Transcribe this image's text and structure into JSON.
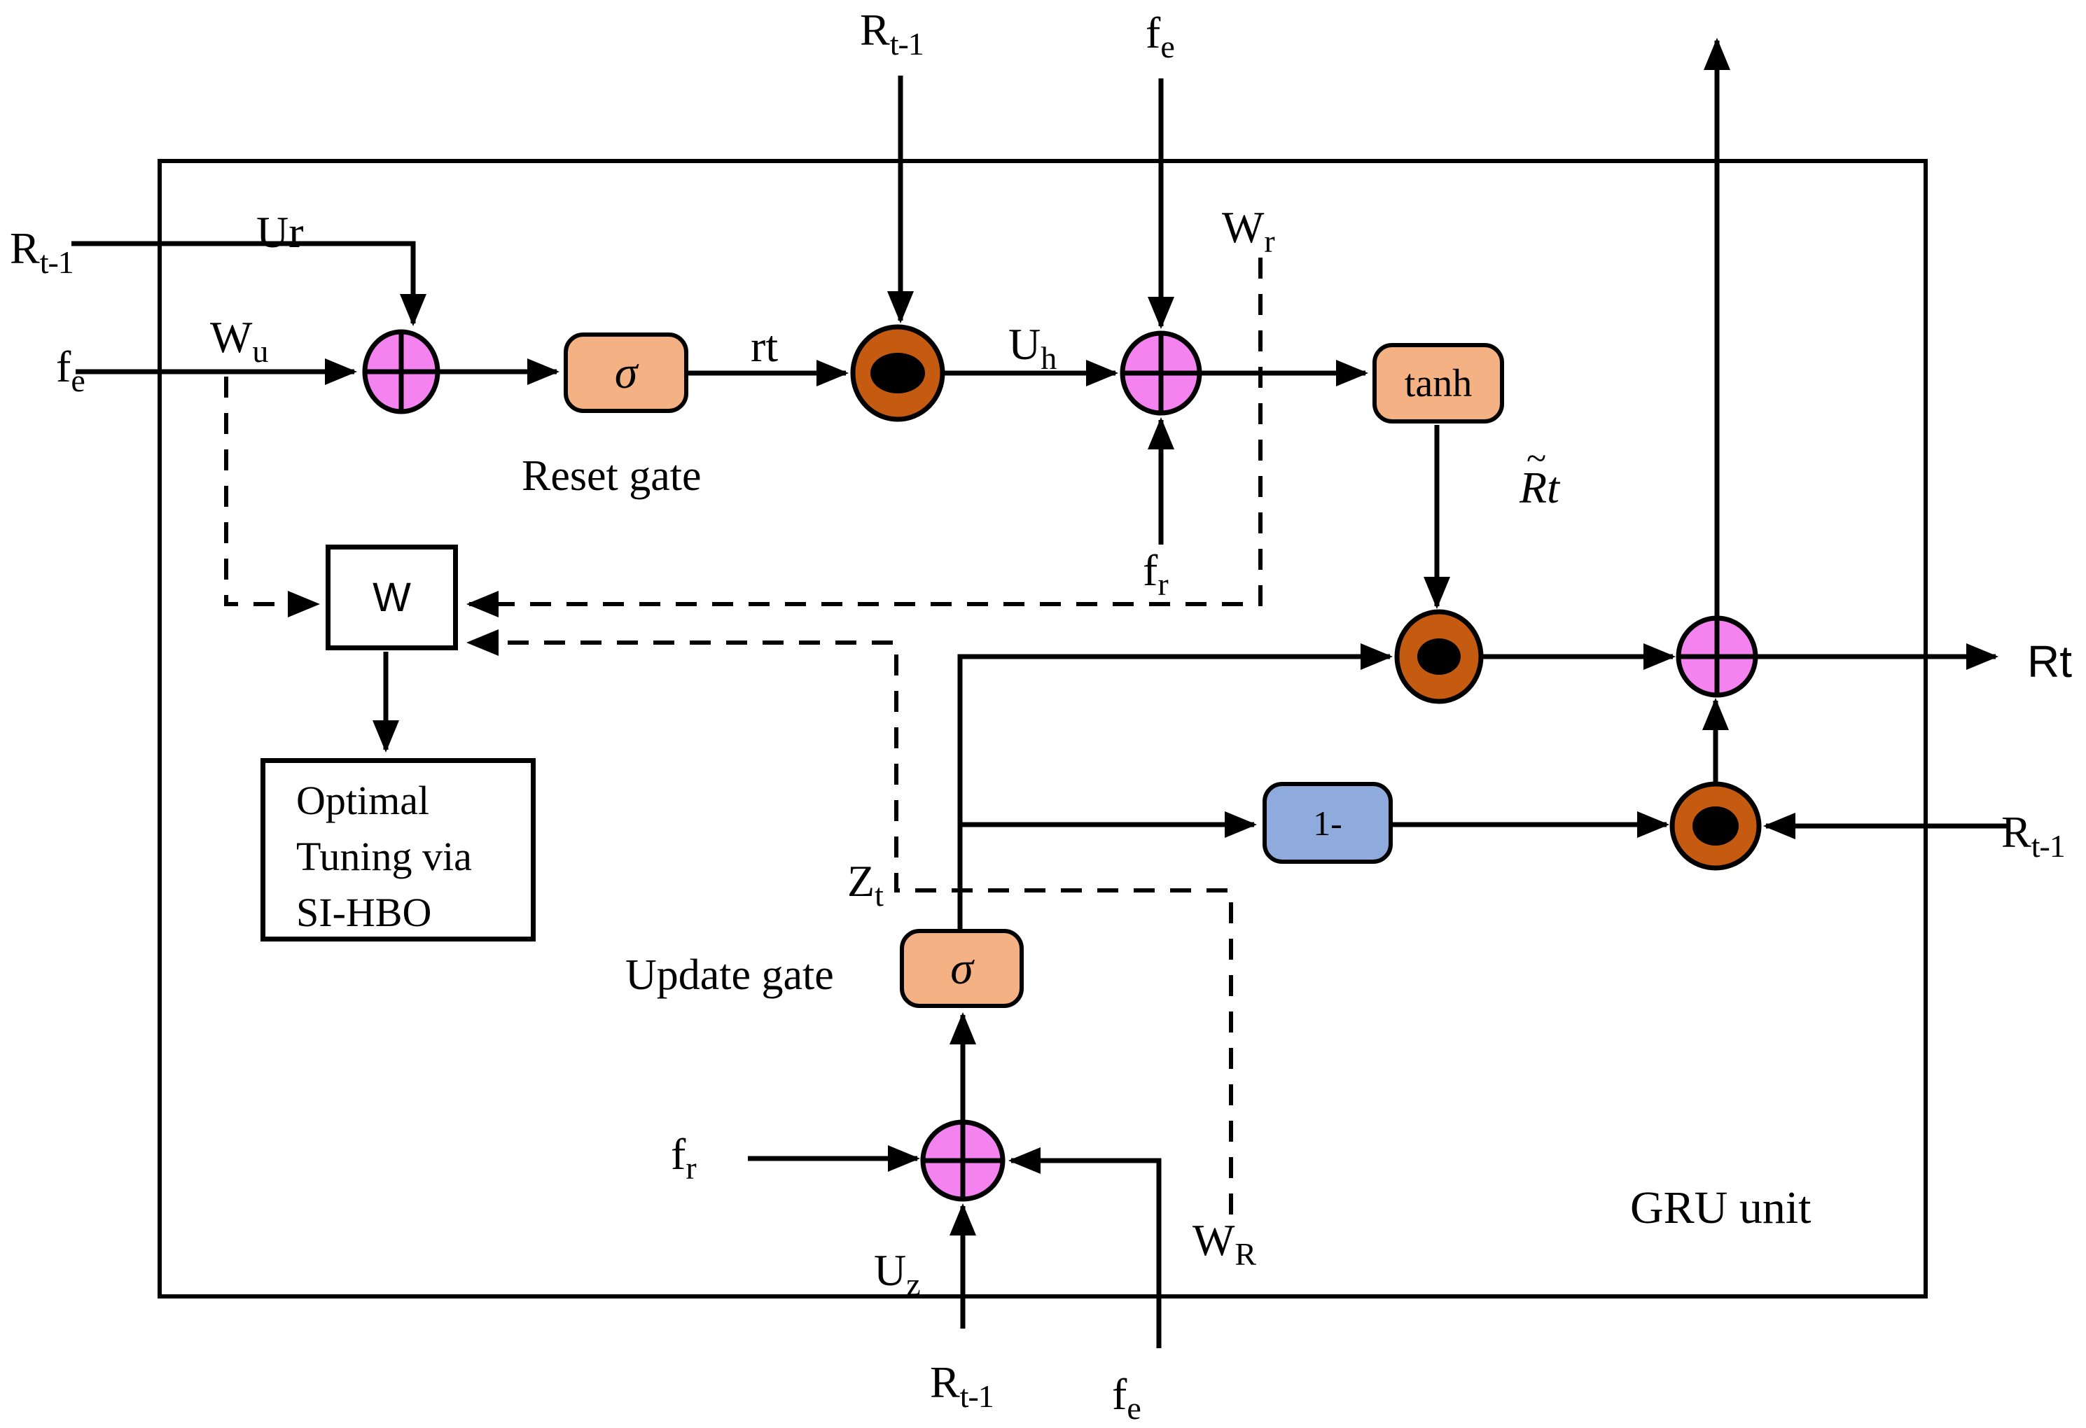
{
  "colors": {
    "pink": "#F583EF",
    "brown": "#C55A11",
    "orange": "#F4B183",
    "blue": "#8FAADC",
    "ink": "#000000",
    "background": "#FFFFFF"
  },
  "labels": {
    "unit": "GRU unit",
    "reset_gate": "Reset gate",
    "update_gate": "Update gate",
    "ur": "Ur",
    "rt_signal": "rt",
    "rt_out": "Rt",
    "rtilde": {
      "tilde": "~",
      "base": "Rt"
    }
  },
  "signals": {
    "rt1_top": {
      "base": "R",
      "sub": "t-1"
    },
    "fe_top": {
      "base": "f",
      "sub": "e"
    },
    "rt1_left": {
      "base": "R",
      "sub": "t-1"
    },
    "wu": {
      "base": "W",
      "sub": "u"
    },
    "fe_left": {
      "base": "f",
      "sub": "e"
    },
    "uh": {
      "base": "U",
      "sub": "h"
    },
    "wr": {
      "base": "W",
      "sub": "r"
    },
    "fr_mid": {
      "base": "f",
      "sub": "r"
    },
    "zt": {
      "base": "Z",
      "sub": "t"
    },
    "fr_bottom": {
      "base": "f",
      "sub": "r"
    },
    "uz": {
      "base": "U",
      "sub": "z"
    },
    "wR": {
      "base": "W",
      "sub": "R"
    },
    "rt1_bottom": {
      "base": "R",
      "sub": "t-1"
    },
    "fe_bottom": {
      "base": "f",
      "sub": "e"
    },
    "rt1_right": {
      "base": "R",
      "sub": "t-1"
    }
  },
  "blocks": {
    "sigma_reset": {
      "label": "σ"
    },
    "sigma_update": {
      "label": "σ"
    },
    "tanh": {
      "label": "tanh"
    },
    "one_minus": {
      "label": "1-"
    },
    "weight": {
      "label": "W"
    },
    "optimal": {
      "lines": [
        "Optimal",
        "Tuning via",
        "SI-HBO"
      ]
    }
  }
}
